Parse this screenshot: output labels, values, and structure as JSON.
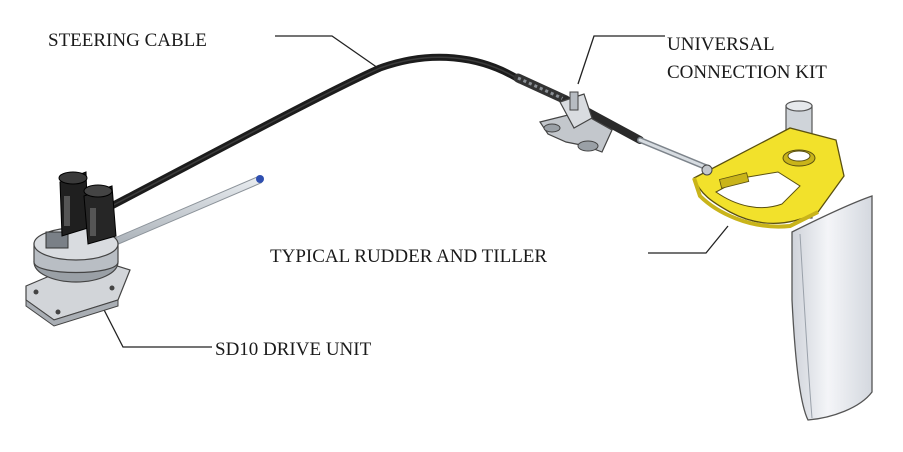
{
  "labels": {
    "steering_cable": "STEERING CABLE",
    "universal_line1": "UNIVERSAL",
    "universal_line2": "CONNECTION KIT",
    "rudder_tiller": "TYPICAL RUDDER AND TILLER",
    "drive_unit": "SD10 DRIVE UNIT"
  },
  "colors": {
    "cable": "#1c1c1c",
    "tiller": "#f2e12b",
    "tiller_shadow": "#c9b41a",
    "metal": "#bfc3c7",
    "rudder": "#e9ebef",
    "rod": "#cfd4da",
    "rod_tip": "#2f4fb0",
    "motor": "#222222"
  }
}
